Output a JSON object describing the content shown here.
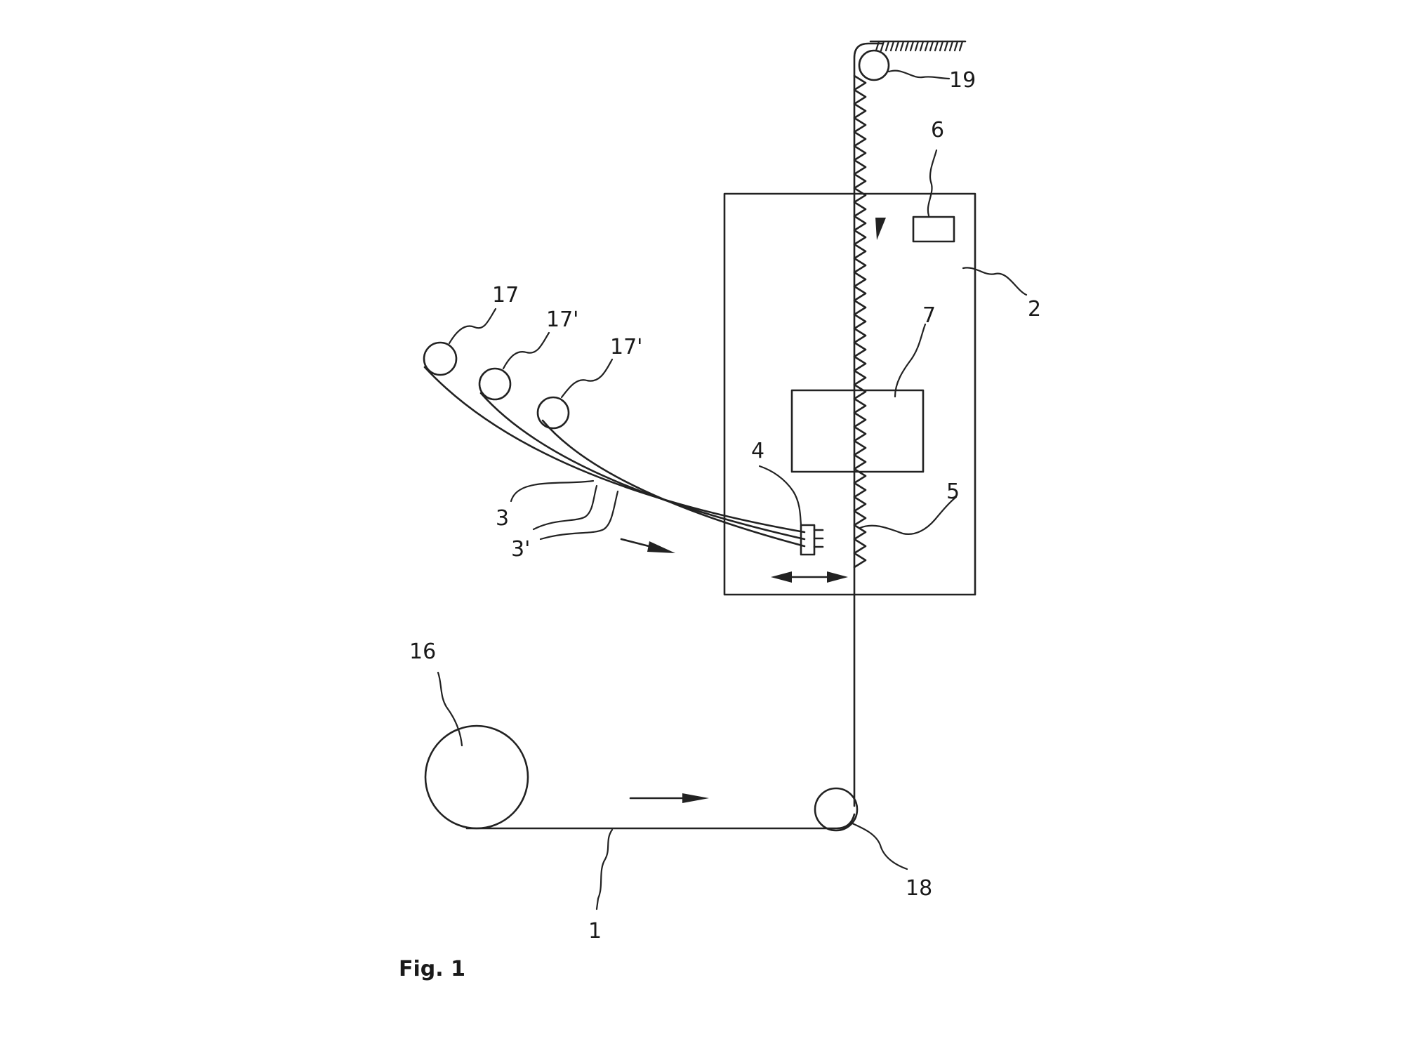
{
  "caption": "Fig. 1",
  "colors": {
    "ink": "#222222",
    "background": "#ffffff"
  },
  "labels": {
    "l1": "1",
    "l2": "2",
    "l3": "3",
    "l3p": "3'",
    "l4": "4",
    "l5": "5",
    "l6": "6",
    "l7": "7",
    "l16": "16",
    "l17": "17",
    "l17p_a": "17'",
    "l17p_b": "17'",
    "l18": "18",
    "l19": "19"
  }
}
